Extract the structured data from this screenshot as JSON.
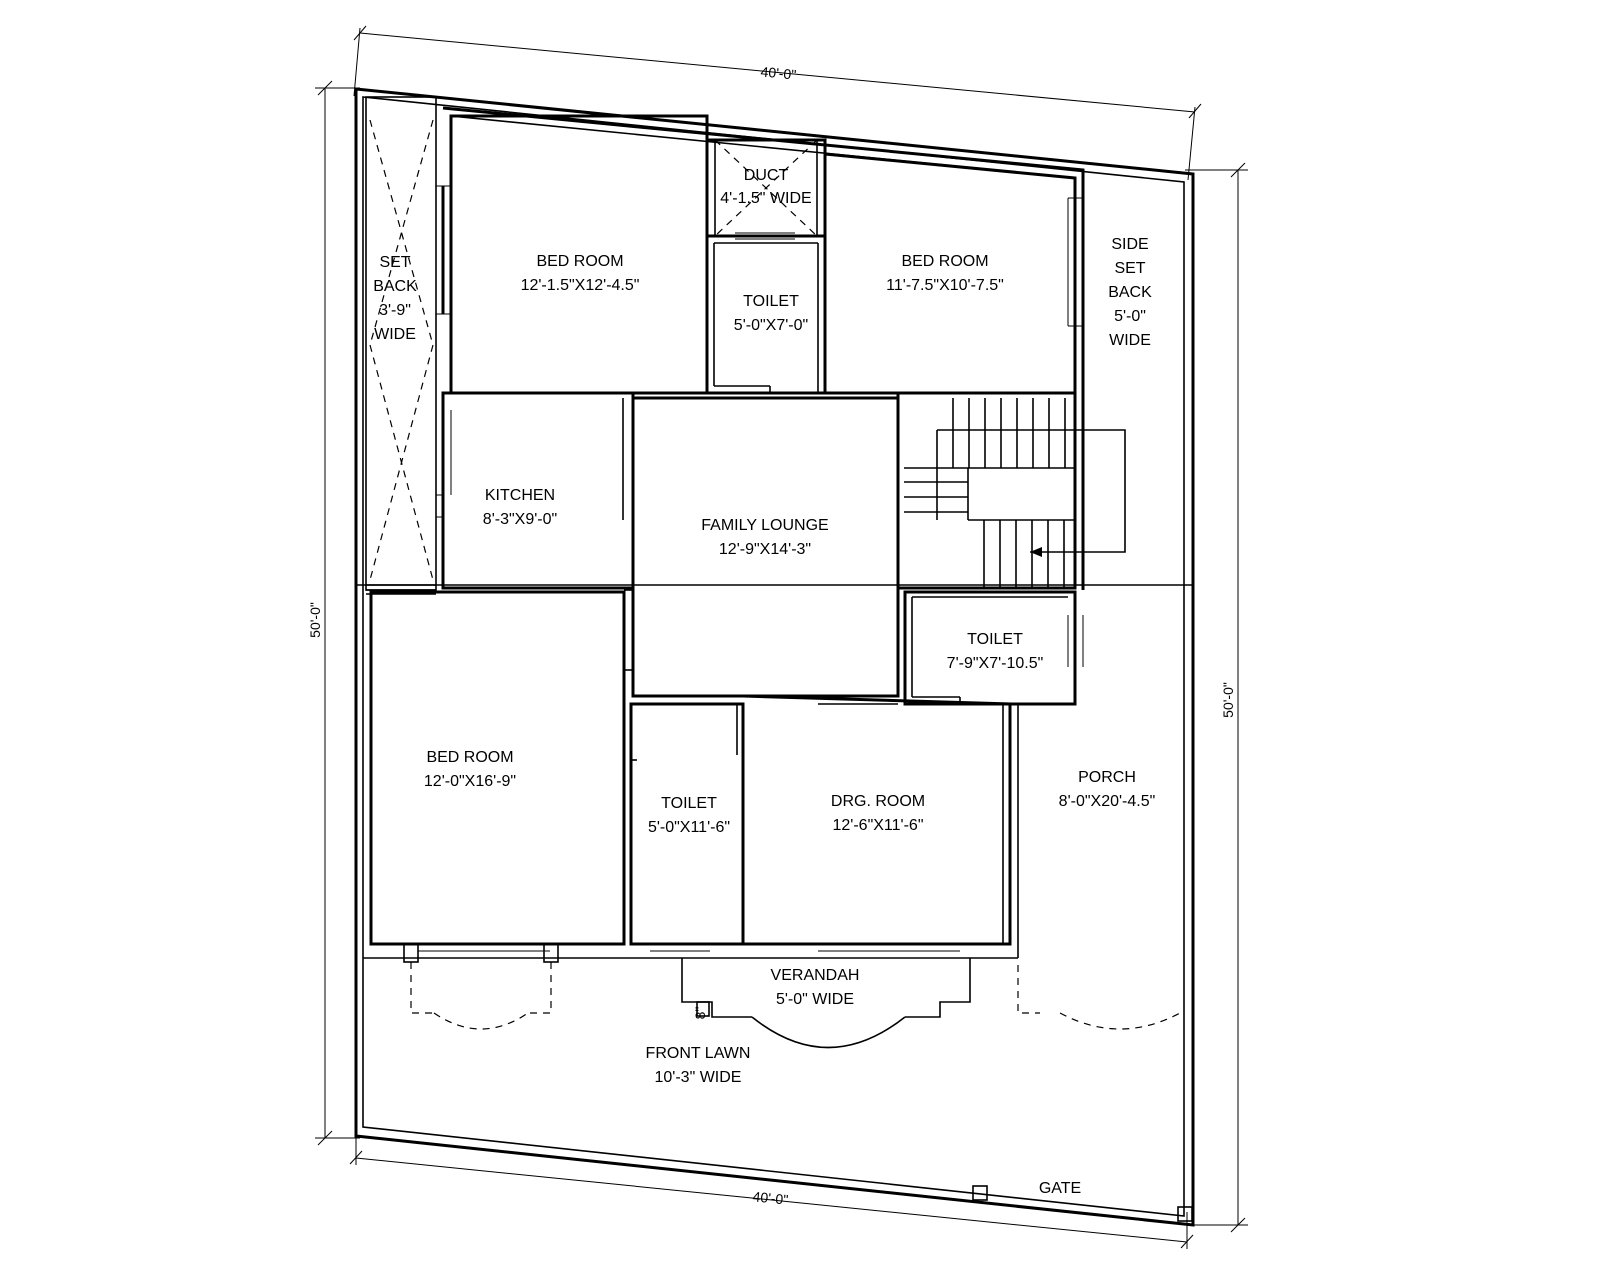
{
  "dimensions": {
    "top": "40'-0\"",
    "bottom": "40'-0\"",
    "left": "50'-0\"",
    "right": "50'-0\""
  },
  "rooms": {
    "bedroom_top_left": {
      "name": "BED ROOM",
      "size": "12'-1.5\"X12'-4.5\""
    },
    "duct": {
      "name": "DUCT",
      "size": "4'-1.5\" WIDE"
    },
    "toilet_top": {
      "name": "TOILET",
      "size": "5'-0\"X7'-0\""
    },
    "bedroom_top_right": {
      "name": "BED ROOM",
      "size": "11'-7.5\"X10'-7.5\""
    },
    "set_back": {
      "lines": [
        "SET",
        "BACK",
        "3'-9\"",
        "WIDE"
      ]
    },
    "side_set_back": {
      "lines": [
        "SIDE",
        "SET",
        "BACK",
        "5'-0\"",
        "WIDE"
      ]
    },
    "kitchen": {
      "name": "KITCHEN",
      "size": "8'-3\"X9'-0\""
    },
    "family_lounge": {
      "name": "FAMILY LOUNGE",
      "size": "12'-9\"X14'-3\""
    },
    "toilet_right": {
      "name": "TOILET",
      "size": "7'-9\"X7'-10.5\""
    },
    "bedroom_bottom_left": {
      "name": "BED ROOM",
      "size": "12'-0\"X16'-9\""
    },
    "toilet_bottom": {
      "name": "TOILET",
      "size": "5'-0\"X11'-6\""
    },
    "drawing_room": {
      "name": "DRG. ROOM",
      "size": "12'-6\"X11'-6\""
    },
    "porch": {
      "name": "PORCH",
      "size": "8'-0\"X20'-4.5\""
    },
    "verandah": {
      "name": "VERANDAH",
      "size": "5'-0\" WIDE"
    },
    "front_lawn": {
      "name": "FRONT LAWN",
      "size": "10'-3\" WIDE"
    },
    "gate": {
      "name": "GATE"
    },
    "step_mark": "8\""
  }
}
